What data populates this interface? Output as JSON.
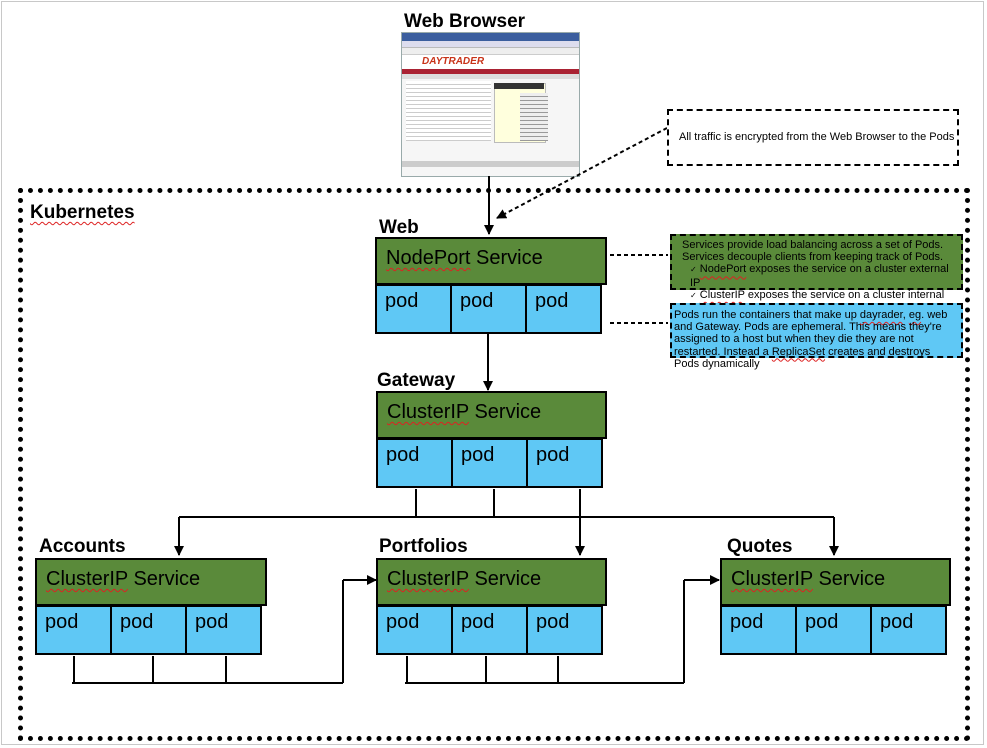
{
  "browser": {
    "label": "Web Browser",
    "brand": "DAYTRADER"
  },
  "kubernetes": {
    "label": "Kubernetes"
  },
  "web": {
    "label": "Web",
    "service_prefix": "NodePort",
    "service_suffix": " Service"
  },
  "gateway": {
    "label": "Gateway",
    "service_prefix": "ClusterIP",
    "service_suffix": " Service"
  },
  "accounts": {
    "label": "Accounts",
    "service_prefix": "ClusterIP",
    "service_suffix": " Service"
  },
  "portfolios": {
    "label": "Portfolios",
    "service_prefix": "ClusterIP",
    "service_suffix": " Service"
  },
  "quotes": {
    "label": "Quotes",
    "service_prefix": "ClusterIP",
    "service_suffix": " Service"
  },
  "pod_label": "pod",
  "notes": {
    "traffic": "All traffic is encrypted from the Web Browser to the Pods",
    "services": {
      "line1": "Services provide load balancing across a set of Pods.",
      "line2": "Services decouple clients from keeping track of Pods.",
      "bullet1_prefix": "NodePort",
      "bullet1_rest": " exposes the service on a cluster external IP",
      "bullet2_prefix": "ClusterIP",
      "bullet2_rest": " exposes the service on a cluster internal IP",
      "bullet_mark": "✓"
    },
    "pods": {
      "part1": "Pods run the containers that make up ",
      "dayrader": "dayrader",
      "comma": ", ",
      "eg": "eg",
      "part2": ". web and Gateway. Pods are ephemeral. This means they're assigned to a host but when they die they are not restarted. Instead a ",
      "replicaset": "ReplicaSet",
      "part3": " creates and destroys Pods dynamically"
    }
  },
  "colors": {
    "service_green": "#5a8a3a",
    "pod_blue": "#5fc8f5"
  }
}
